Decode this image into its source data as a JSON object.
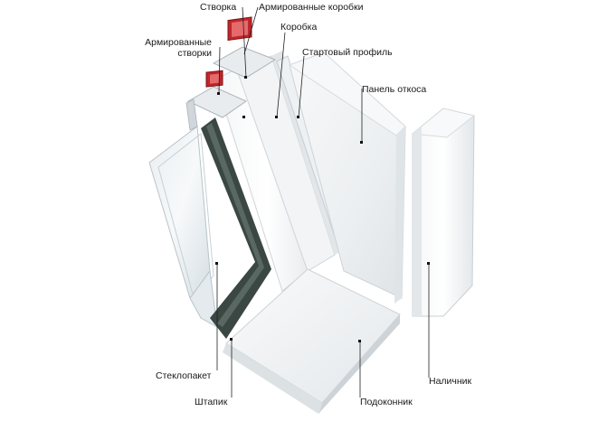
{
  "labels": {
    "stvorka": "Створка",
    "armirovannye_korobki": "Армированные коробки",
    "armirovannye_stvorki_line1": "Армированные",
    "armirovannye_stvorki_line2": "створки",
    "korobka": "Коробка",
    "startovy_profil": "Стартовый профиль",
    "panel_otkosa": "Панель откоса",
    "steklopaket": "Стеклопакет",
    "shtapik": "Штапик",
    "podokonnik": "Подоконник",
    "nalichnik": "Наличник"
  },
  "colors": {
    "reinforcement": "#c0262a",
    "leader_line": "#222222",
    "glass": "#dde6ea",
    "seal": "#2f3a36"
  }
}
